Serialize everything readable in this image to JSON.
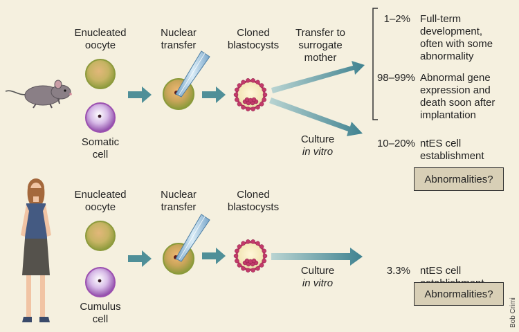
{
  "top": {
    "enucleated_oocyte": "Enucleated\noocyte",
    "somatic_cell": "Somatic\ncell",
    "nuclear_transfer": "Nuclear\ntransfer",
    "cloned_blastocysts": "Cloned\nblastocysts",
    "transfer_label": "Transfer to\nsurrogate\nmother",
    "culture_label": "Culture",
    "in_vitro": "in vitro",
    "outcomes": [
      {
        "pct": "1–2%",
        "text": "Full-term\ndevelopment,\noften with some\nabnormality"
      },
      {
        "pct": "98–99%",
        "text": "Abnormal gene\nexpression and\ndeath soon after\nimplantation"
      },
      {
        "pct": "10–20%",
        "text": "ntES cell\nestablishment"
      }
    ],
    "abnormalities": "Abnormalities?"
  },
  "bottom": {
    "enucleated_oocyte": "Enucleated\noocyte",
    "cumulus_cell": "Cumulus\ncell",
    "nuclear_transfer": "Nuclear\ntransfer",
    "cloned_blastocysts": "Cloned\nblastocysts",
    "culture_label": "Culture",
    "in_vitro": "in vitro",
    "outcome": {
      "pct": "3.3%",
      "text": "ntES cell\nestablishment"
    },
    "abnormalities": "Abnormalities?"
  },
  "credit": "Bob Crimi",
  "colors": {
    "background": "#f5f0df",
    "arrow": "#4f8f98",
    "oocyte_outer": "#9a9a44",
    "somatic_outer": "#9b4fb0",
    "box_fill": "#d8cfb6",
    "blastocyst_dots": "#c23a6a"
  }
}
